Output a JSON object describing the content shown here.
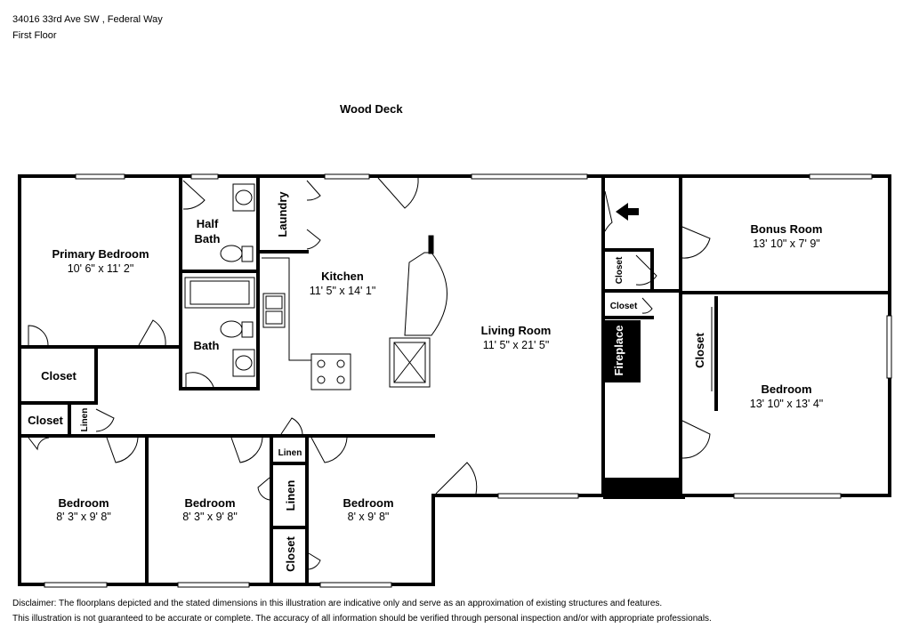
{
  "header": {
    "address": "34016 33rd Ave SW , Federal Way",
    "floor": "First Floor"
  },
  "exterior": {
    "deck": "Wood Deck"
  },
  "rooms": {
    "primary_bedroom": {
      "name": "Primary Bedroom",
      "dims": "10' 6\" x 11' 2\""
    },
    "half_bath": {
      "line1": "Half",
      "line2": "Bath"
    },
    "laundry": "Laundry",
    "kitchen": {
      "name": "Kitchen",
      "dims": "11' 5\" x 14' 1\""
    },
    "living_room": {
      "name": "Living Room",
      "dims": "11' 5\" x 21' 5\""
    },
    "bath": "Bath",
    "bonus_room": {
      "name": "Bonus Room",
      "dims": "13' 10\" x 7' 9\""
    },
    "bedroom_right": {
      "name": "Bedroom",
      "dims": "13' 10\" x 13' 4\""
    },
    "bedroom_1": {
      "name": "Bedroom",
      "dims": "8' 3\" x 9' 8\""
    },
    "bedroom_2": {
      "name": "Bedroom",
      "dims": "8' 3\" x 9' 8\""
    },
    "bedroom_3": {
      "name": "Bedroom",
      "dims": "8' x 9' 8\""
    },
    "closet_left": "Closet",
    "closet_left_lower": "Closet",
    "linen_hall": "Linen",
    "linen_small": "Linen",
    "linen_mid": "Linen",
    "closet_bottom": "Closet",
    "closet_stair": "Closet",
    "closet_stair_2": "Closet",
    "closet_right_bedroom": "Closet",
    "fireplace": "Fireplace"
  },
  "disclaimer": {
    "line1": "Disclaimer: The floorplans depicted and the stated dimensions in this illustration are indicative only and serve as an approximation of existing structures and features.",
    "line2": "This illustration is not guaranteed to be accurate or complete. The accuracy of all information should be verified through personal inspection and/or with appropriate professionals."
  }
}
